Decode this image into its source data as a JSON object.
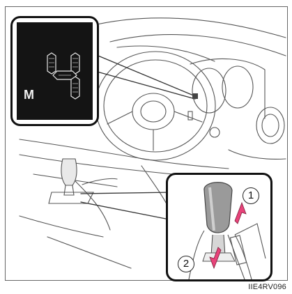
{
  "display": {
    "mode_letter": "M",
    "gear_digit": "4"
  },
  "markers": {
    "up": "1",
    "down": "2"
  },
  "figure_code": "IIE4RV096",
  "colors": {
    "arrow_pink": "#e8437a",
    "screen": "#141414",
    "line": "#555555"
  }
}
